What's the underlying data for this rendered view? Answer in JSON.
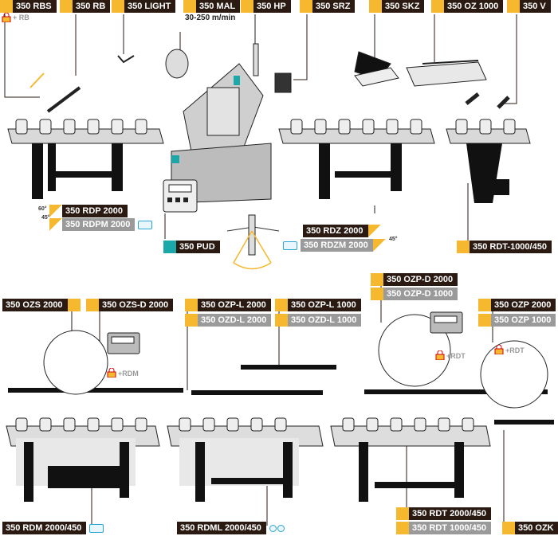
{
  "labels": {
    "rbs": "350 RBS",
    "rbs_note": "+ RB",
    "rb": "350 RB",
    "light": "350 LIGHT",
    "mal": "350 MAL",
    "mal_speed": "30-250 m/min",
    "hp": "350 HP",
    "srz": "350 SRZ",
    "skz": "350 SKZ",
    "oz1000": "350 OZ 1000",
    "v": "350 V",
    "rdp2000": "350 RDP 2000",
    "rdpm2000": "350 RDPM 2000",
    "pud": "350 PUD",
    "rdz2000": "350 RDZ 2000",
    "rdzm2000": "350 RDZM 2000",
    "rdt1000_450": "350 RDT-1000/450",
    "angle_60": "60°",
    "angle_45_left": "45°",
    "angle_45_right": "45°",
    "ozpd2000": "350 OZP-D 2000",
    "ozpd1000": "350 OZP-D 1000",
    "ozs2000": "350 OZS 2000",
    "ozsd2000": "350 OZS-D 2000",
    "ozpl2000": "350 OZP-L 2000",
    "ozdl2000": "350 OZD-L 2000",
    "ozpl1000": "350 OZP-L 1000",
    "ozdl1000": "350 OZD-L 1000",
    "ozp2000": "350 OZP 2000",
    "ozp1000": "350 OZP 1000",
    "rdm_note": "+RDM",
    "rdt_note_1": "+RDT",
    "rdt_note_2": "+RDT",
    "rdm2000_450": "350 RDM 2000/450",
    "rdml2000_450": "350 RDML 2000/450",
    "rdt2000_450": "350 RDT 2000/450",
    "rdt1000_450b": "350 RDT 1000/450",
    "ozk": "350 OZK"
  },
  "colors": {
    "accent": "#f5b82e",
    "dark_label": "#2a1a12",
    "grey_label": "#9a9a9a",
    "teal": "#1aa8a8",
    "blue_icon": "#2aa6d4"
  }
}
